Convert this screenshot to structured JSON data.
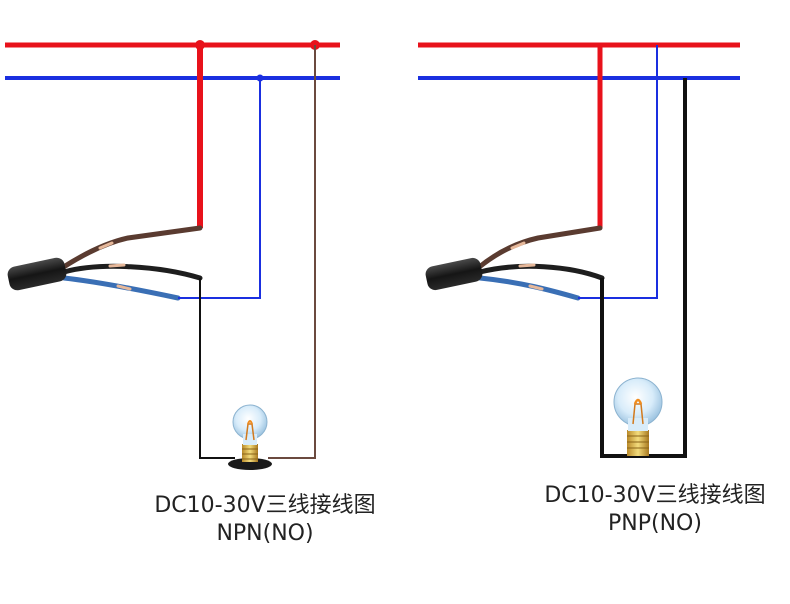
{
  "colors": {
    "positive_rail": "#e8121b",
    "negative_rail": "#1a2fe0",
    "brown_wire": "#6b4a3f",
    "blue_wire": "#3a6fb5",
    "black_wire": "#111111",
    "cable_jacket": "#1a1a1a",
    "bulb_glass": "#cfe6f7",
    "bulb_base": "#e8c75a"
  },
  "diagrams": [
    {
      "id": "npn",
      "title": "DC10-30V三线接线图",
      "subtitle": "NPN(NO)"
    },
    {
      "id": "pnp",
      "title": "DC10-30V三线接线图",
      "subtitle": "PNP(NO)"
    }
  ],
  "icons": [
    "light-bulb-icon",
    "sensor-cable-icon"
  ]
}
